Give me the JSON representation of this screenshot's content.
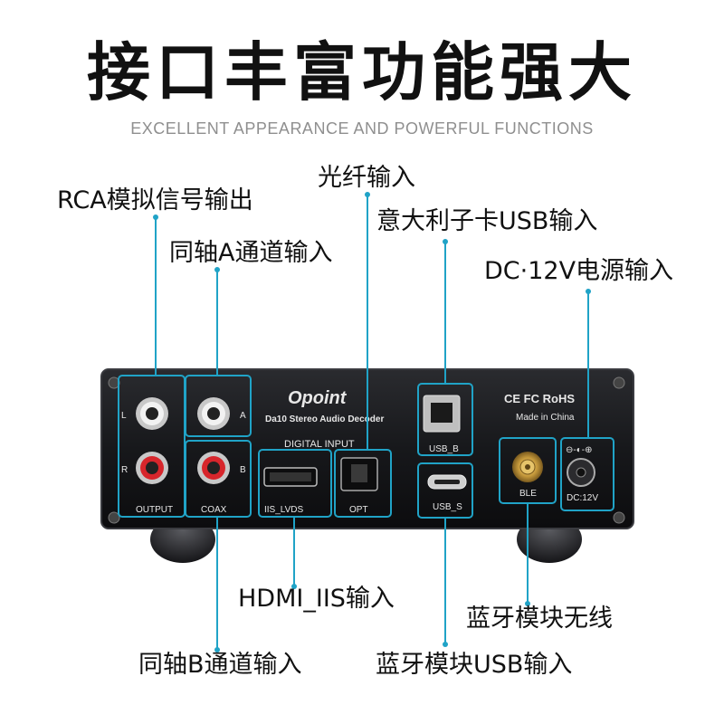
{
  "title": "接口丰富功能强大",
  "subtitle": "EXCELLENT APPEARANCE AND POWERFUL FUNCTIONS",
  "callouts": {
    "rca_out": "RCA模拟信号输出",
    "coax_a": "同轴A通道输入",
    "optical": "光纤输入",
    "usb_b": "意大利子卡USB输入",
    "dc": "DC·12V电源输入",
    "hdmi": "HDMI_IIS输入",
    "bt_wireless": "蓝牙模块无线",
    "coax_b": "同轴B通道输入",
    "bt_usb": "蓝牙模块USB输入"
  },
  "device": {
    "brand": "Opoint",
    "model": "Da10 Stereo Audio Decoder",
    "digital_input": "DIGITAL INPUT",
    "certs": "CE FC RoHS",
    "made_in": "Made in China",
    "labels": {
      "output": "OUTPUT",
      "coax": "COAX",
      "iis": "IIS_LVDS",
      "opt": "OPT",
      "usb_b": "USB_B",
      "usb_s": "USB_S",
      "ble": "BLE",
      "dc": "DC:12V",
      "l": "L",
      "r": "R",
      "a": "A",
      "b": "B"
    }
  },
  "colors": {
    "accent": "#20a3c7",
    "panel": "#16171a",
    "rca_red": "#d7262c"
  }
}
